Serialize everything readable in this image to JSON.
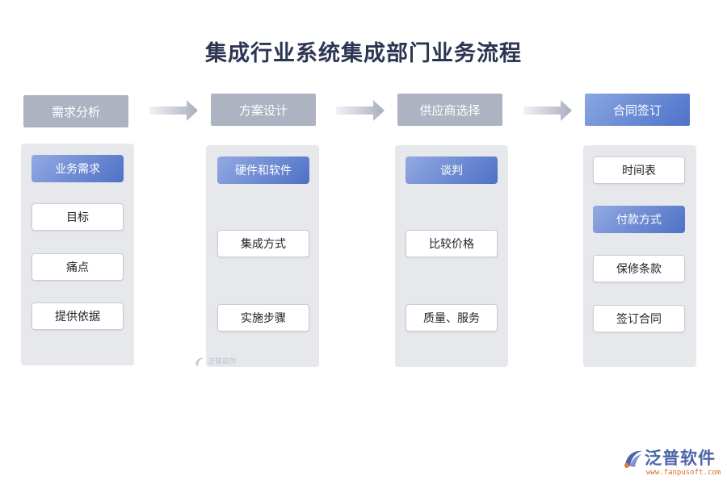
{
  "title": "集成行业系统集成部门业务流程",
  "columns": [
    {
      "header": "需求分析",
      "items": [
        "业务需求",
        "目标",
        "痛点",
        "提供依据"
      ]
    },
    {
      "header": "方案设计",
      "items": [
        "硬件和软件",
        "集成方式",
        "实施步骤"
      ]
    },
    {
      "header": "供应商选择",
      "items": [
        "谈判",
        "比较价格",
        "质量、服务"
      ]
    },
    {
      "header": "合同签订",
      "items": [
        "时间表",
        "付款方式",
        "保修条款",
        "签订合同"
      ]
    }
  ],
  "watermark_text": "泛普软件",
  "logo": {
    "name": "泛普软件",
    "url": "www.fanpusoft.com"
  },
  "colors": {
    "header_gray": "#aeb3c2",
    "accent_blue": "#4e72c9",
    "panel": "#e7e8ec",
    "title": "#2c3652"
  }
}
